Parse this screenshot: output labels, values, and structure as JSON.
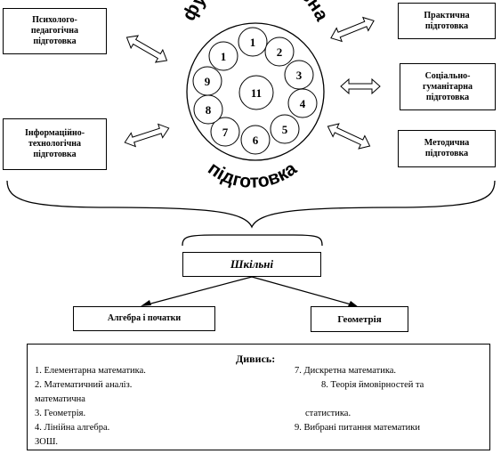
{
  "boxes": {
    "psych": "Психолого-педагогічна підготовка",
    "practical": "Практична підготовка",
    "social": "Соціально-гуманітарна підготовка",
    "methodical": "Методична підготовка",
    "info": "Інформаційно-технологічна підготовка",
    "school": "Шкільні",
    "algebra": "Алгебра і початки",
    "geometry": "Геометрія"
  },
  "circle": {
    "arc_top": "фундаментальна",
    "arc_bottom": "підготовка",
    "numbers": [
      "1",
      "2",
      "3",
      "4",
      "5",
      "6",
      "7",
      "8",
      "9",
      "1",
      "11"
    ]
  },
  "note": {
    "title": "Дивись:",
    "lines": [
      "1. Елементарна математика.",
      "2. Математичний аналіз.",
      "математична",
      "3. Геометрія.",
      "4. Лінійна алгебра.",
      "ЗОШ.",
      "7. Дискретна математика.",
      "8. Теорія ймовірностей та",
      "статистика.",
      "9. Вибрані питання математики"
    ]
  }
}
